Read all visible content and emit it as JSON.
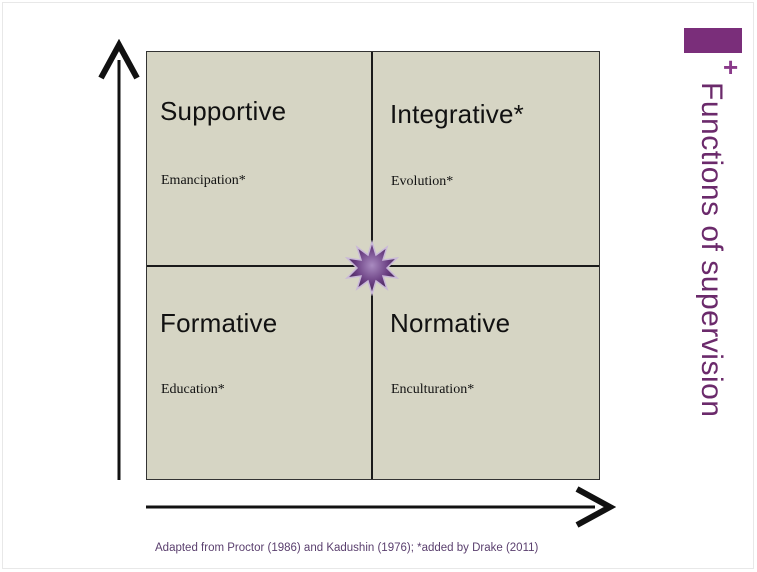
{
  "title": "Functions of supervision",
  "plus_symbol": "+",
  "quadrants": {
    "top_left": {
      "title": "Supportive",
      "subtitle": "Emancipation*"
    },
    "top_right": {
      "title": "Integrative*",
      "subtitle": "Evolution*"
    },
    "bottom_left": {
      "title": "Formative",
      "subtitle": "Education*"
    },
    "bottom_right": {
      "title": "Normative",
      "subtitle": "Enculturation*"
    }
  },
  "caption": "Adapted from Proctor (1986) and Kadushin (1976); *added by Drake (2011)",
  "colors": {
    "quadrant_fill": "#d6d5c4",
    "accent": "#7a2e7a",
    "star": "#6a3f82"
  }
}
